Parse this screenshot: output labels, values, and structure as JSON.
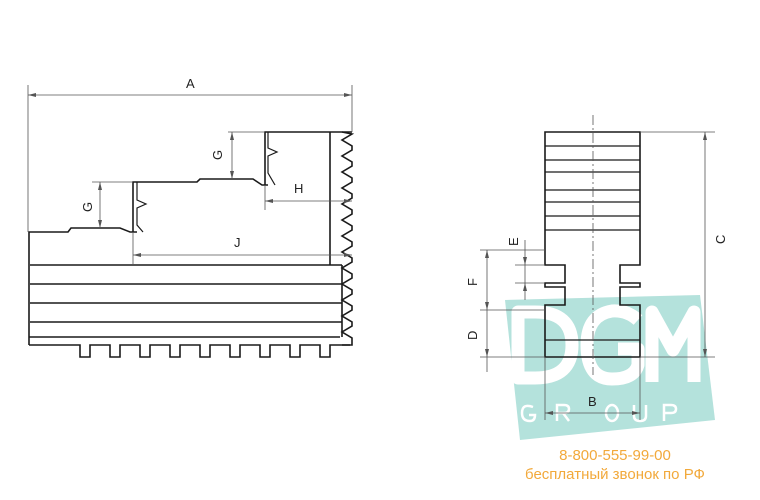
{
  "diagram": {
    "labels": {
      "A": "A",
      "G1": "G",
      "G2": "G",
      "H": "H",
      "J": "J",
      "E": "E",
      "F": "F",
      "D": "D",
      "C": "C",
      "B": "B"
    },
    "watermark": {
      "logo": "DGM",
      "sub": "GROUP"
    }
  },
  "contact": {
    "phone": "8-800-555-99-00",
    "note": "бесплатный звонок по РФ"
  },
  "colors": {
    "line": "#1a1a1a",
    "dim": "#555555",
    "watermark": "#a8ddd6",
    "accent": "#f2a93b"
  }
}
